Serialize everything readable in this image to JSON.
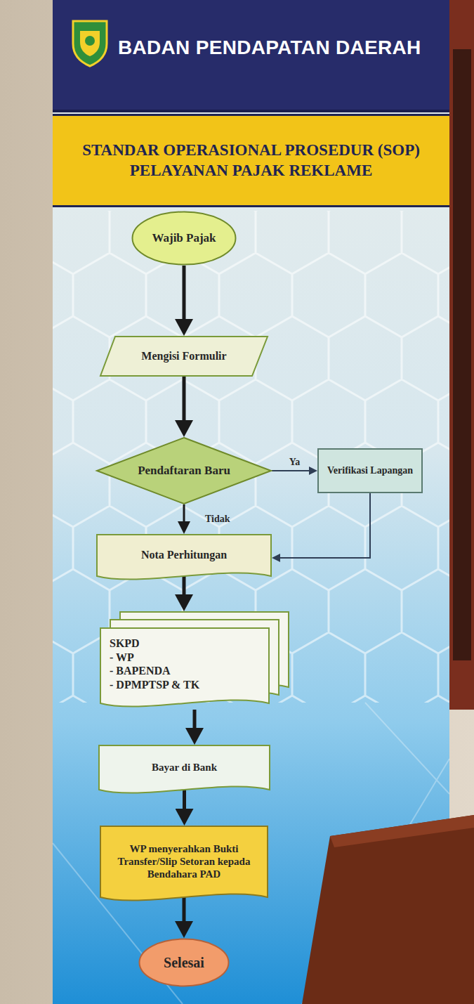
{
  "diagram": {
    "title": "BADAN PENDAPATAN DAERAH",
    "nodes": [
      {
        "text": [
          "STANDAR OPERASIONAL PROSEDUR (SOP) PELAYANAN PAJAK REKLAME"
        ]
      },
      {
        "text": [
          "Wajib Pajak"
        ]
      },
      {
        "text": [
          "Mengisi Formulir"
        ]
      },
      {
        "text": [
          "Pendaftaran Baru"
        ]
      },
      {
        "text": [
          "Verifikasi Lapangan"
        ]
      },
      {
        "text": [
          "Nota Perhitungan"
        ]
      },
      {
        "text": [
          "SKPD",
          "- WP",
          "- BAPENDA",
          "- DPMPTSP & TK"
        ]
      },
      {
        "text": [
          "Bayar di Bank"
        ]
      },
      {
        "text": [
          "WP menyerahkan Bukti Transfer/Slip Setoran kepada Bendahara PAD"
        ]
      },
      {
        "text": [
          "Selesai"
        ]
      }
    ],
    "edges": [
      {
        "from": 1,
        "to": 2,
        "arrow": "to"
      },
      {
        "from": 2,
        "to": 3,
        "arrow": "to"
      },
      {
        "from": 3,
        "to": 4,
        "label": "Ya",
        "arrow": "to"
      },
      {
        "from": 3,
        "to": 5,
        "label": "Tidak",
        "arrow": "to"
      },
      {
        "from": 4,
        "to": 5,
        "arrow": "to"
      },
      {
        "from": 5,
        "to": 6,
        "arrow": "to"
      },
      {
        "from": 6,
        "to": 7,
        "arrow": "to"
      },
      {
        "from": 7,
        "to": 8,
        "arrow": "to"
      },
      {
        "from": 8,
        "to": 9,
        "arrow": "to"
      }
    ]
  }
}
